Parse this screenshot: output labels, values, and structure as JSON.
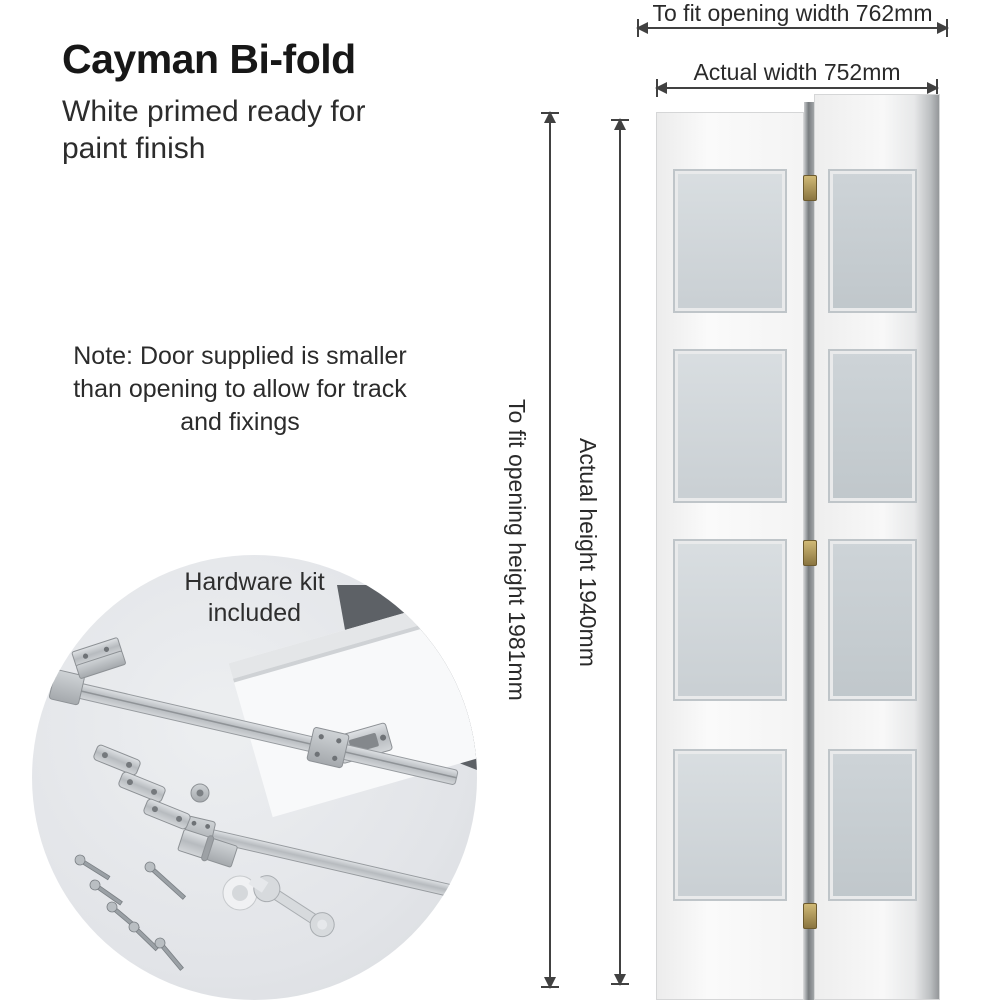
{
  "product": {
    "title": "Cayman Bi-fold",
    "subtitle": "White primed ready for paint finish",
    "note": "Note: Door supplied is smaller than opening to allow for track and fixings"
  },
  "hardware_badge": {
    "label": "Hardware kit included"
  },
  "dimensions": {
    "opening_width": "To fit opening width 762mm",
    "actual_width": "Actual width 752mm",
    "opening_height": "To fit opening height 1981mm",
    "actual_height": "Actual height 1940mm"
  },
  "door": {
    "leaves": 2,
    "glass_panels_per_leaf": 4,
    "hinge_count": 3
  },
  "colors": {
    "text": "#2a2a2a",
    "dimension_lines": "#414141",
    "door_white": "#f6f6f6",
    "glass": "#cdd3d7",
    "hinge_brass": "#a98f4e",
    "circle_background": "#e3e5e8"
  }
}
